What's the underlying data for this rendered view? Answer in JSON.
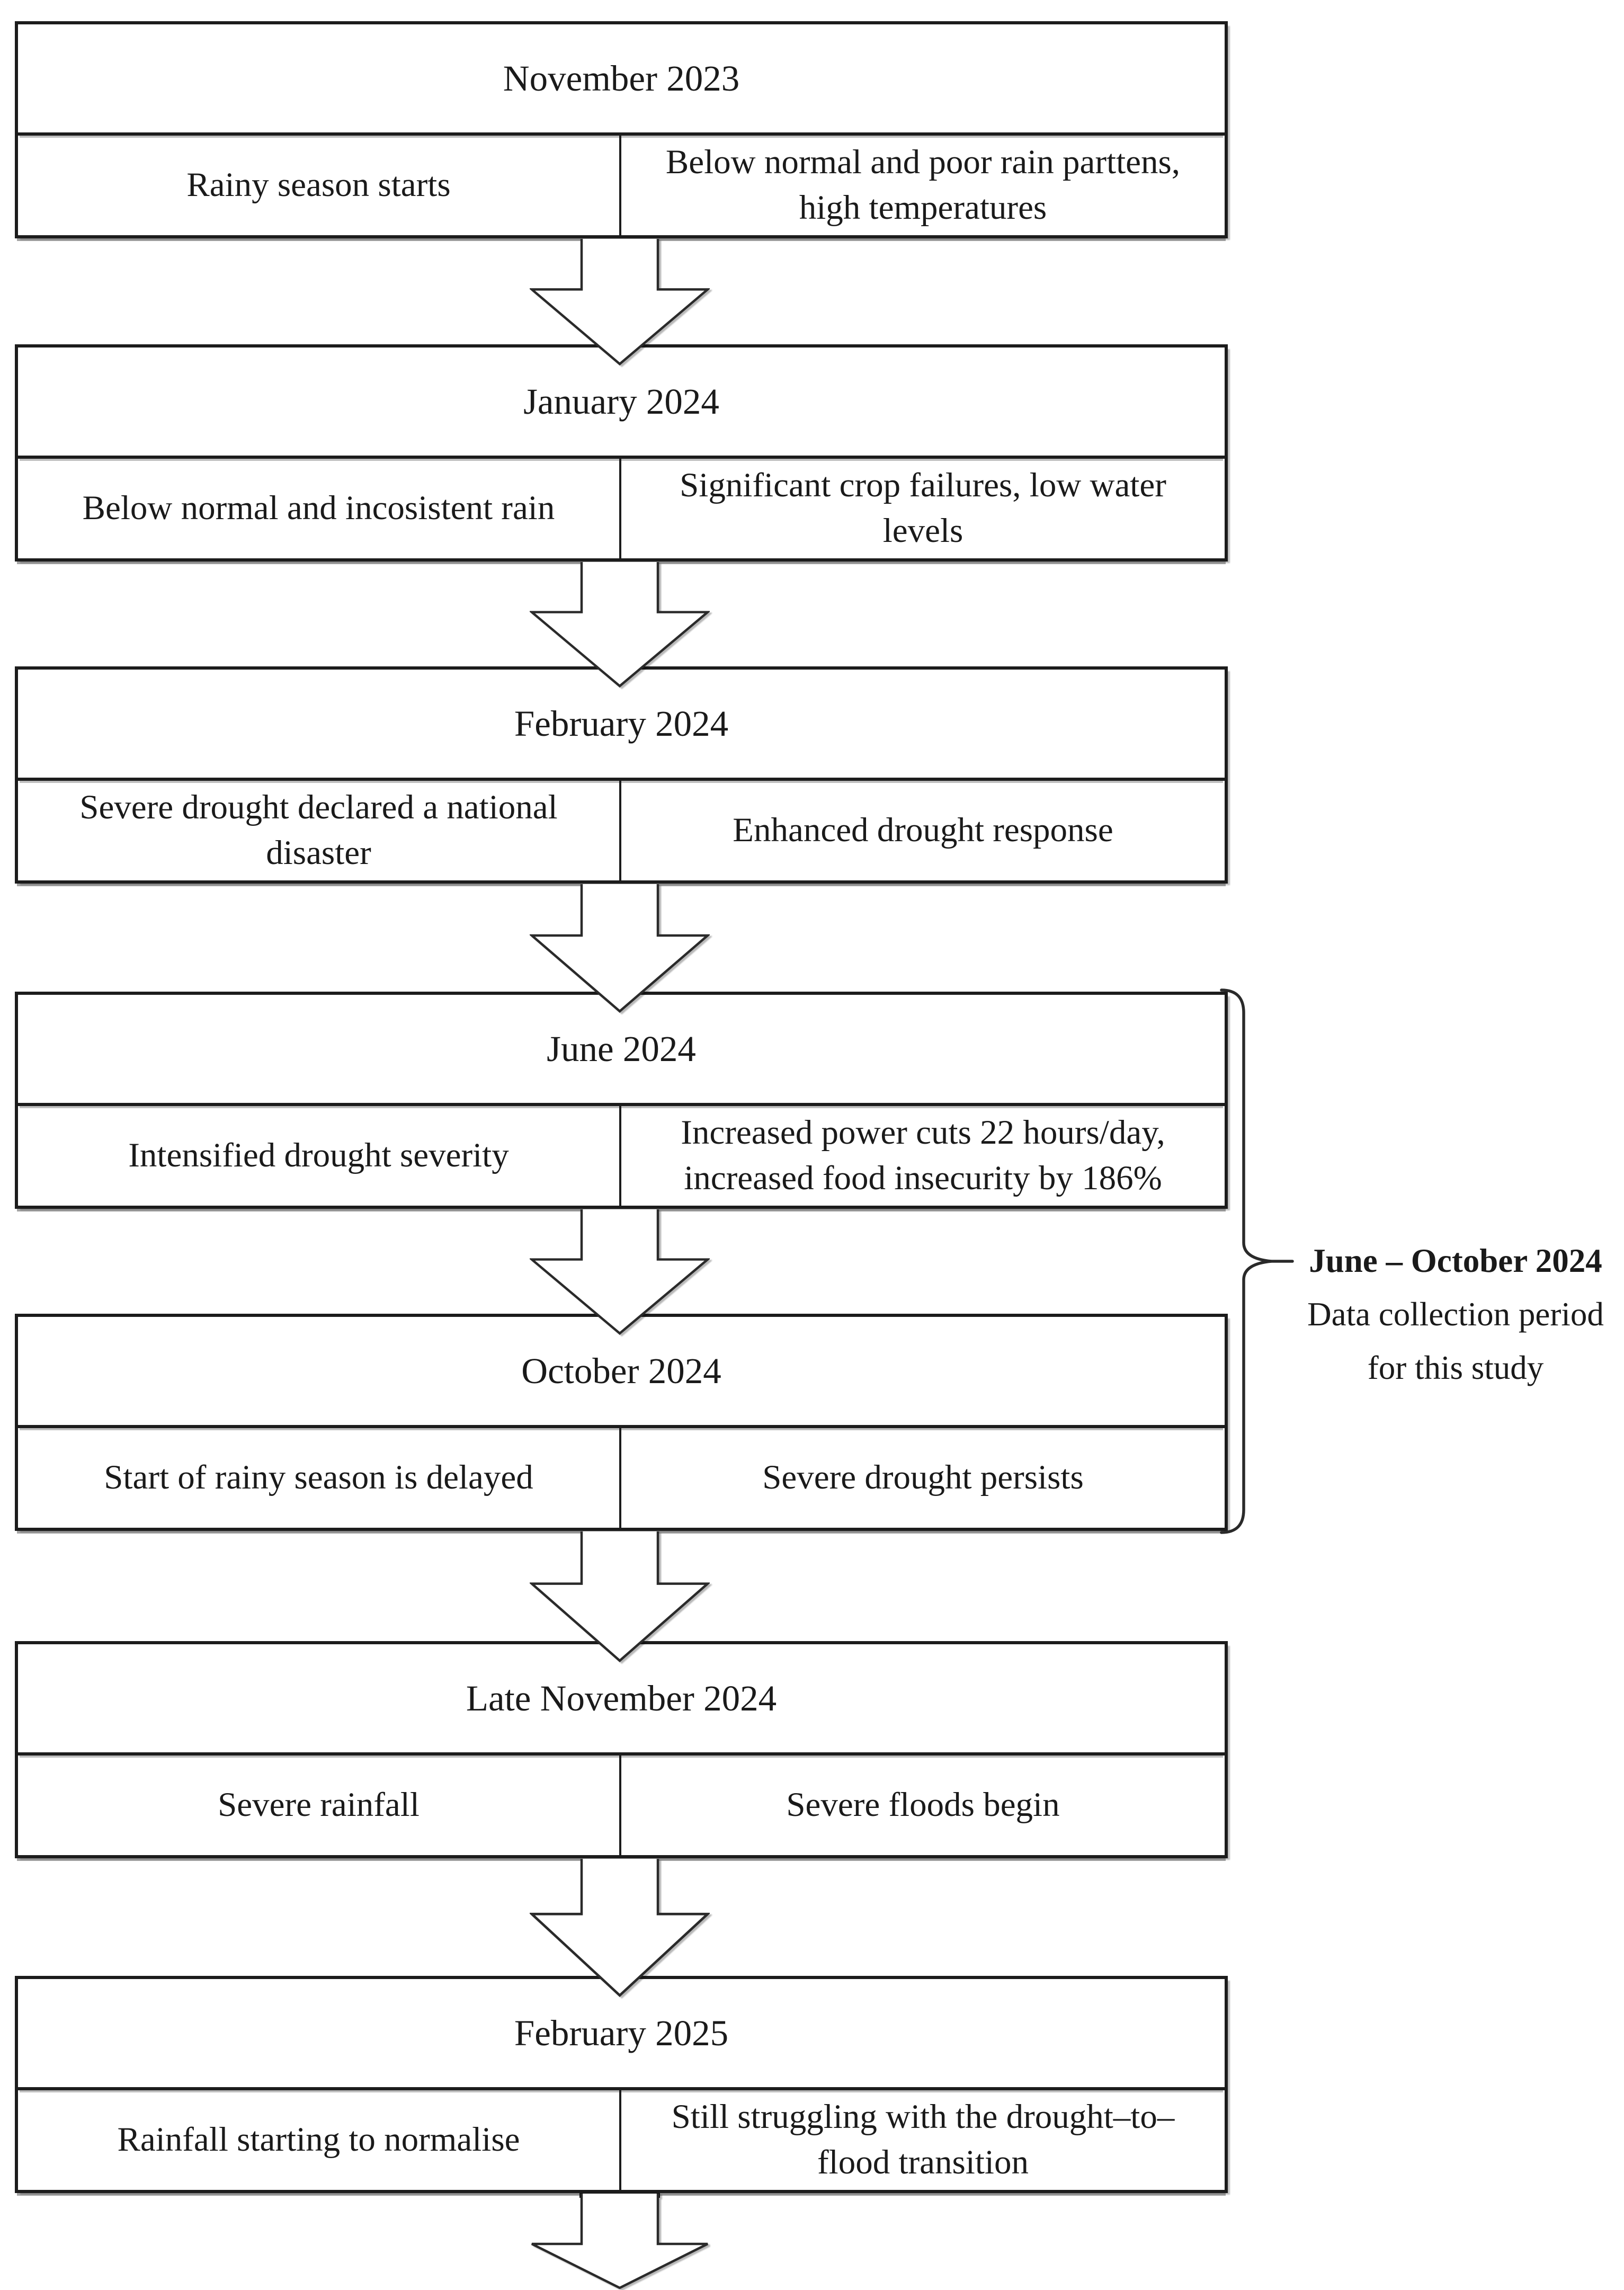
{
  "figure": {
    "boxes": [
      {
        "title": "November 2023",
        "left": "Rainy season starts",
        "right": "Below normal and poor rain parttens, high temperatures"
      },
      {
        "title": "January 2024",
        "left": "Below normal  and incosistent rain",
        "right": "Significant crop failures, low water levels"
      },
      {
        "title": "February 2024",
        "left": "Severe drought declared a national disaster",
        "right": "Enhanced drought response"
      },
      {
        "title": "June 2024",
        "left": "Intensified drought severity",
        "right": "Increased power cuts 22 hours/day, increased food insecurity by 186%"
      },
      {
        "title": "October 2024",
        "left": "Start of rainy season is delayed",
        "right": "Severe drought persists"
      },
      {
        "title": "Late November 2024",
        "left": "Severe rainfall",
        "right": "Severe floods begin"
      },
      {
        "title": "February 2025",
        "left": "Rainfall starting to normalise",
        "right": "Still struggling with the drought–to–flood transition"
      }
    ],
    "bracket": {
      "title": "June – October 2024",
      "line2": "Data collection period",
      "line3": "for this study"
    },
    "shapes": {
      "down_arrow": "outline block arrow pointing down",
      "brace": "right curly brace spanning June 2024 to October 2024"
    },
    "colors": {
      "background": "#ffffff",
      "border": "#1c1c1c",
      "text": "#1a1a1a"
    }
  }
}
